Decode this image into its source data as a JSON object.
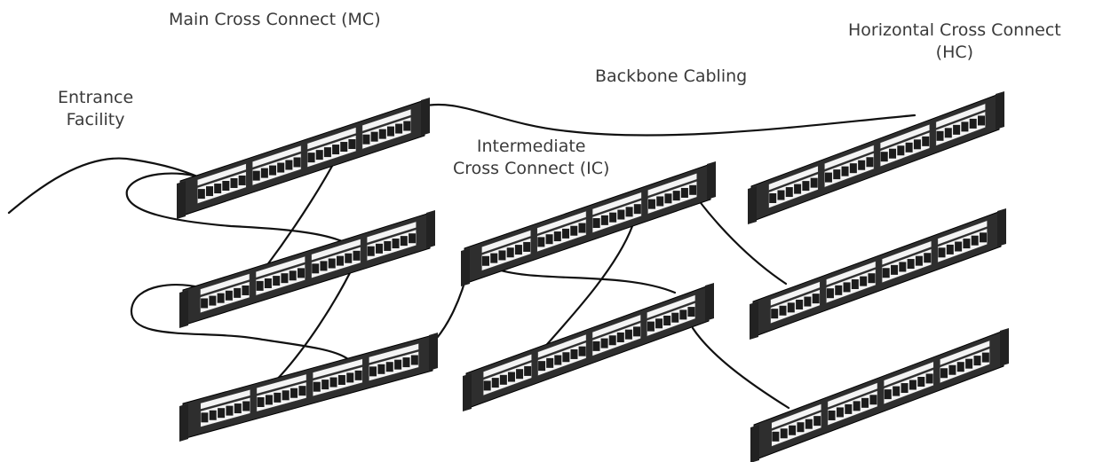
{
  "labels": {
    "mc": "Main Cross Connect (MC)",
    "backbone": "Backbone Cabling",
    "hc_line1": "Horizontal Cross Connect",
    "hc_line2": "(HC)",
    "entrance_line1": "Entrance",
    "entrance_line2": "Facility",
    "ic_line1": "Intermediate",
    "ic_line2": "Cross Connect (IC)"
  },
  "colors": {
    "panel_body": "#2e2e2e",
    "panel_front": "#f4f4f4",
    "panel_detail": "#3a3a3a",
    "cable": "#111111",
    "label_text": "#3a3a3a"
  },
  "panels": [
    {
      "name": "patch-panel-mc-1",
      "group": "MC",
      "ports": 24
    },
    {
      "name": "patch-panel-mc-2",
      "group": "MC",
      "ports": 24
    },
    {
      "name": "patch-panel-mc-3",
      "group": "MC",
      "ports": 24
    },
    {
      "name": "patch-panel-ic-1",
      "group": "IC",
      "ports": 24
    },
    {
      "name": "patch-panel-ic-2",
      "group": "IC",
      "ports": 24
    },
    {
      "name": "patch-panel-hc-1",
      "group": "HC",
      "ports": 24
    },
    {
      "name": "patch-panel-hc-2",
      "group": "HC",
      "ports": 24
    },
    {
      "name": "patch-panel-hc-3",
      "group": "HC",
      "ports": 24
    }
  ]
}
